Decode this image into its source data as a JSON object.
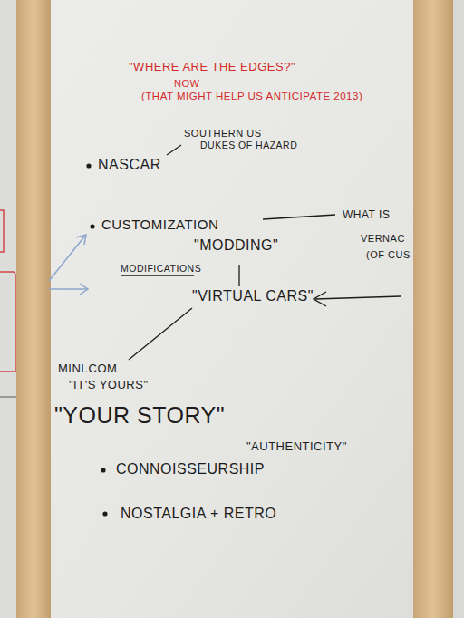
{
  "diagram": {
    "labels": [
      "\"WHERE ARE THE EDGES?\"",
      "NOW",
      "(THAT MIGHT HELP US ANTICIPATE 2013)",
      "SOUTHERN US",
      "DUKES OF HAZARD",
      "NASCAR",
      "CUSTOMIZATION",
      "WHAT IS",
      "\"MODDING\"",
      "VERNAC",
      "MODIFICATIONS",
      "(OF CUS",
      "\"VIRTUAL CARS\"",
      "MINI.COM",
      "\"IT'S YOURS\"",
      "\"YOUR STORY\"",
      "\"AUTHENTICITY\"",
      "CONNOISSEURSHIP",
      "NOSTALGIA + RETRO"
    ]
  }
}
